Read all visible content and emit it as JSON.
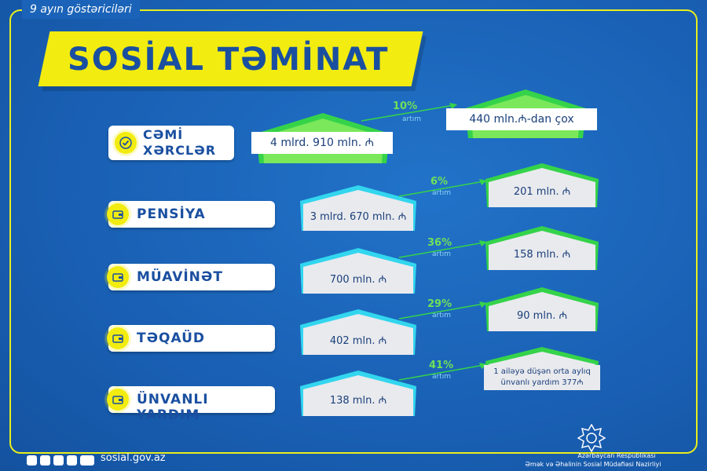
{
  "period_label": "9 ayın göstəriciləri",
  "title": "SOSİAL TƏMİNAT",
  "currency_symbol": "₼",
  "rows": [
    {
      "category": "CƏMİ XƏRCLƏR",
      "category_line1": "CƏMİ",
      "category_line2": "XƏRCLƏR",
      "value": "4 mlrd. 910 mln. ₼",
      "percent": "10%",
      "artim": "artım",
      "right_value": "440 mln.₼-dan çox",
      "icon": "checkmark-icon"
    },
    {
      "category": "PENSİYA",
      "value": "3 mlrd. 670 mln. ₼",
      "percent": "6%",
      "artim": "artım",
      "right_value": "201 mln. ₼",
      "icon": "wallet-icon"
    },
    {
      "category": "MÜAVİNƏT",
      "value": "700 mln. ₼",
      "percent": "36%",
      "artim": "artım",
      "right_value": "158 mln. ₼",
      "icon": "wallet-icon"
    },
    {
      "category": "TƏQAÜD",
      "value": "402 mln. ₼",
      "percent": "29%",
      "artim": "artım",
      "right_value": "90 mln. ₼",
      "icon": "wallet-icon"
    },
    {
      "category": "ÜNVANLI YARDIM",
      "value": "138 mln. ₼",
      "percent": "41%",
      "artim": "artım",
      "right_value_line1": "1 ailəyə düşən orta aylıq",
      "right_value_line2": "ünvanlı yardım 377₼",
      "icon": "wallet-icon"
    }
  ],
  "footer": {
    "site": "sosial.gov.az",
    "social_icons": [
      "facebook-icon",
      "instagram-icon",
      "telegram-icon",
      "twitter-icon",
      "youtube-icon"
    ],
    "ministry_line1": "Azərbaycan Respublikası",
    "ministry_line2": "Əmək və Əhalinin Sosial Müdafiəsi Nazirliyi"
  },
  "colors": {
    "background": "#1a63b8",
    "accent_yellow": "#f2ec10",
    "green": "#35d34a",
    "cyan": "#32d6ee",
    "title_blue": "#1a4fa0"
  }
}
